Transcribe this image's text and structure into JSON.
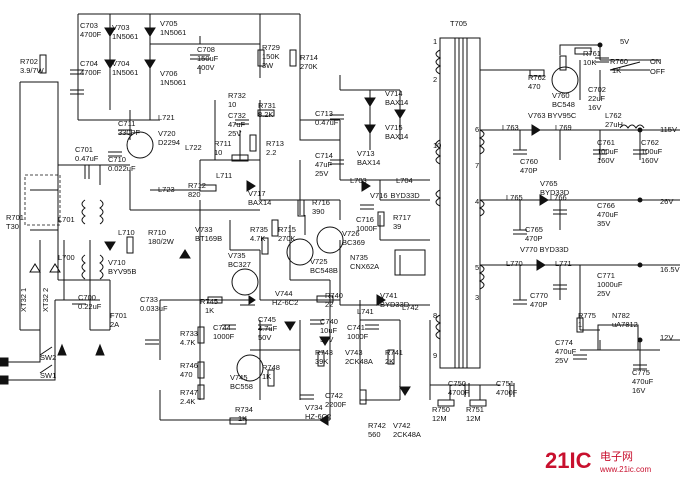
{
  "watermark": {
    "logo": "21IC",
    "cn": "电子网",
    "url": "www.21ic.com",
    "color": "#c8102e"
  },
  "components": {
    "c703": [
      "C703",
      "4700F"
    ],
    "c704": [
      "C704",
      "4700F"
    ],
    "v703": [
      "V703",
      "1N5061"
    ],
    "v704": [
      "V704",
      "1N5061"
    ],
    "v705": [
      "V705",
      "1N5061"
    ],
    "v706": [
      "V706",
      "1N5061"
    ],
    "r702": [
      "R702",
      "3.9/7W"
    ],
    "c708": [
      "C708",
      "150uF",
      "400V"
    ],
    "r729": [
      "R729",
      "150K",
      "3W"
    ],
    "r714": [
      "R714",
      "270K"
    ],
    "t705": [
      "T705"
    ],
    "c711": [
      "C711",
      "330PF"
    ],
    "l721": [
      "L721"
    ],
    "v720": [
      "V720",
      "D2294"
    ],
    "l723": [
      "L723"
    ],
    "r732": [
      "R732",
      "10"
    ],
    "r731": [
      "R731",
      "8.2K"
    ],
    "c732": [
      "C732",
      "47uF",
      "25V"
    ],
    "r711": [
      "R711",
      "10"
    ],
    "r713": [
      "R713",
      "2.2"
    ],
    "l722": [
      "L722"
    ],
    "l711": [
      "L711"
    ],
    "r712": [
      "R712",
      "820"
    ],
    "c713": [
      "C713",
      "0.47uF"
    ],
    "v714": [
      "V714",
      "BAX14"
    ],
    "v715": [
      "V715",
      "BAX14"
    ],
    "c714": [
      "C714",
      "47uF",
      "25V"
    ],
    "v713": [
      "V713",
      "BAX14"
    ],
    "c701": [
      "C701",
      "0.47uF"
    ],
    "c710": [
      "C710",
      "0.022uF"
    ],
    "r701": [
      "R701",
      "T30"
    ],
    "l701": [
      "L701"
    ],
    "l700": [
      "L700"
    ],
    "v717": [
      "V717",
      "BAX14"
    ],
    "l703": [
      "L703"
    ],
    "l704": [
      "L704"
    ],
    "v716": [
      "V716",
      "BYD33D"
    ],
    "r716": [
      "R716",
      "390"
    ],
    "c716": [
      "C716",
      "1000F"
    ],
    "r717": [
      "R717",
      "39"
    ],
    "l710": [
      "L710"
    ],
    "r710": [
      "R710",
      "180/2W"
    ],
    "v710": [
      "V710",
      "BYV95B"
    ],
    "v733": [
      "V733",
      "BT169B"
    ],
    "r735": [
      "R735",
      "4.7K"
    ],
    "r715": [
      "R715",
      "270K"
    ],
    "v726": [
      "V726",
      "BC369"
    ],
    "v725": [
      "V725",
      "BC548B"
    ],
    "n735": [
      "N735",
      "CNX62A"
    ],
    "v735": [
      "V735",
      "BC327"
    ],
    "xt32_1": [
      "XT32 1"
    ],
    "xt32_2": [
      "XT32 2"
    ],
    "c700": [
      "C700",
      "0.22uF"
    ],
    "f701": [
      "F701",
      "2A"
    ],
    "c733": [
      "C733",
      "0.033uF"
    ],
    "r745": [
      "R745",
      "1K"
    ],
    "v744": [
      "V744",
      "HZ-6C2"
    ],
    "r740": [
      "R740",
      "22"
    ],
    "v741": [
      "V741",
      "BYD33D"
    ],
    "l742": [
      "L742"
    ],
    "l741": [
      "L741"
    ],
    "c741": [
      "C741",
      "1000F"
    ],
    "c744": [
      "C744",
      "1000F"
    ],
    "c745": [
      "C745",
      "4.7uF",
      "50V"
    ],
    "c740": [
      "C740",
      "10uF",
      "50V"
    ],
    "r733": [
      "R733",
      "4.7K"
    ],
    "r746": [
      "R746",
      "470"
    ],
    "r747": [
      "R747",
      "2.4K"
    ],
    "v745": [
      "V745",
      "BC558"
    ],
    "r748": [
      "R748",
      "1K"
    ],
    "r743": [
      "R743",
      "39K"
    ],
    "v743": [
      "V743",
      "2CK48A"
    ],
    "r741": [
      "R741",
      "2K"
    ],
    "c742": [
      "C742",
      "2200F"
    ],
    "r734": [
      "R734",
      "1K"
    ],
    "v734": [
      "V734",
      "HZ-6C2"
    ],
    "r742": [
      "R742",
      "560"
    ],
    "v742": [
      "V742",
      "2CK48A"
    ],
    "r750": [
      "R750",
      "12M"
    ],
    "r751": [
      "R751",
      "12M"
    ],
    "c750": [
      "C750",
      "4700F"
    ],
    "c751": [
      "C751",
      "4700F"
    ],
    "sw2": [
      "SW2"
    ],
    "sw1": [
      "SW1"
    ],
    "r761": [
      "R761",
      "10K"
    ],
    "r760": [
      "R760",
      "1K"
    ],
    "r762": [
      "R762",
      "470"
    ],
    "v760": [
      "V760",
      "BC548"
    ],
    "c702": [
      "C702",
      "22uF",
      "16V"
    ],
    "v763": [
      "V763",
      "BYV95C"
    ],
    "l763": [
      "L763"
    ],
    "l769": [
      "L769"
    ],
    "l762": [
      "L762",
      "27uH"
    ],
    "c760": [
      "C760",
      "470P"
    ],
    "c761": [
      "C761",
      "100uF",
      "160V"
    ],
    "c762": [
      "C762",
      "100uF",
      "160V"
    ],
    "v765": [
      "V765",
      "BYD33D"
    ],
    "l765": [
      "L765"
    ],
    "l766": [
      "L766"
    ],
    "c765": [
      "C765",
      "470P"
    ],
    "c766": [
      "C766",
      "470uF",
      "35V"
    ],
    "v770": [
      "V770",
      "BYD33D"
    ],
    "l770": [
      "L770"
    ],
    "l771": [
      "L771"
    ],
    "c770": [
      "C770",
      "470P"
    ],
    "c771": [
      "C771",
      "1000uF",
      "25V"
    ],
    "r775": [
      "R775",
      "1"
    ],
    "n782": [
      "N782",
      "uA7812"
    ],
    "c774": [
      "C774",
      "470uF",
      "25V"
    ],
    "c775": [
      "C775",
      "470uF",
      "16V"
    ]
  },
  "rails": {
    "v5": "5V",
    "on": "ON",
    "off": "OFF",
    "v115": "115V",
    "v26": "26V",
    "v16_5": "16.5V",
    "v12": "12V"
  },
  "pins": [
    "1",
    "2",
    "3",
    "4",
    "5",
    "6",
    "7",
    "8",
    "9",
    "10"
  ]
}
